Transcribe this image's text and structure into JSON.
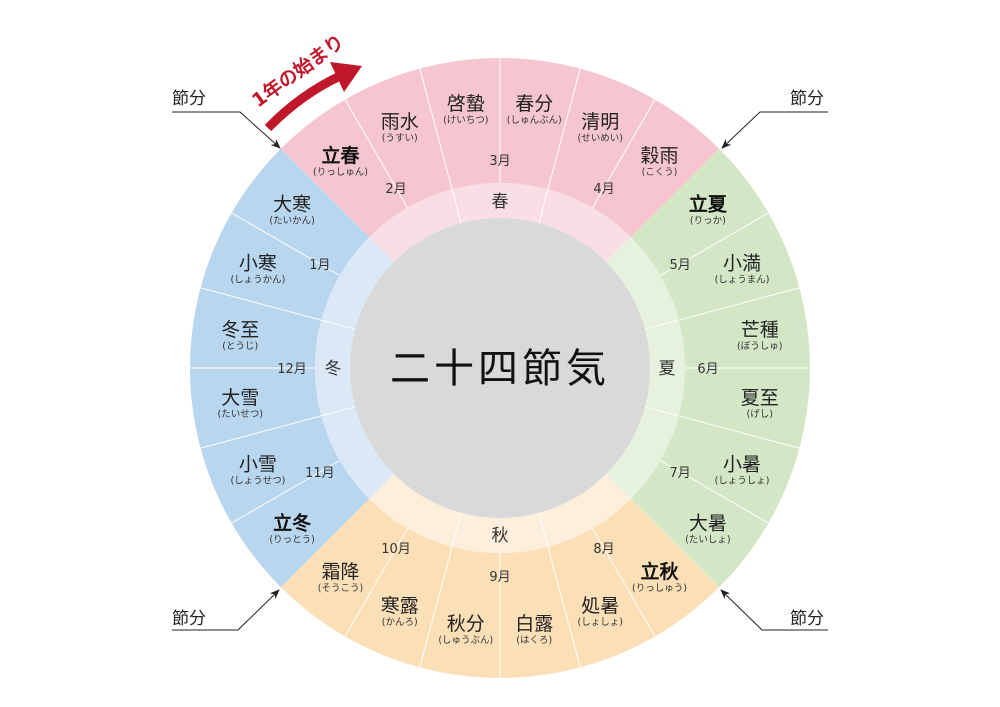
{
  "title": "二十四節気",
  "start_label": "1年の始まり",
  "callout_label": "節分",
  "colors": {
    "spring": "#f5c6d0",
    "spring_ring": "#f9dfe5",
    "summer": "#d3e7c6",
    "summer_ring": "#e6f1de",
    "autumn": "#fbdfb7",
    "autumn_ring": "#fdefdb",
    "winter": "#b9d6ef",
    "winter_ring": "#dbe9f7",
    "center": "#d9d9d9",
    "accent": "#c0172a"
  },
  "seasons": [
    "春",
    "夏",
    "秋",
    "冬"
  ],
  "months": [
    "2月",
    "3月",
    "4月",
    "5月",
    "6月",
    "7月",
    "8月",
    "9月",
    "10月",
    "11月",
    "12月",
    "1月"
  ],
  "terms": [
    {
      "name": "立春",
      "reading": "(りっしゅん)",
      "major": true
    },
    {
      "name": "雨水",
      "reading": "(うすい)",
      "major": false
    },
    {
      "name": "啓蟄",
      "reading": "(けいちつ)",
      "major": false
    },
    {
      "name": "春分",
      "reading": "(しゅんぶん)",
      "major": false
    },
    {
      "name": "清明",
      "reading": "(せいめい)",
      "major": false
    },
    {
      "name": "穀雨",
      "reading": "(こくう)",
      "major": false
    },
    {
      "name": "立夏",
      "reading": "(りっか)",
      "major": true
    },
    {
      "name": "小満",
      "reading": "(しょうまん)",
      "major": false
    },
    {
      "name": "芒種",
      "reading": "(ぼうしゅ)",
      "major": false
    },
    {
      "name": "夏至",
      "reading": "(げし)",
      "major": false
    },
    {
      "name": "小暑",
      "reading": "(しょうしょ)",
      "major": false
    },
    {
      "name": "大暑",
      "reading": "(たいしょ)",
      "major": false
    },
    {
      "name": "立秋",
      "reading": "(りっしゅう)",
      "major": true
    },
    {
      "name": "処暑",
      "reading": "(しょしょ)",
      "major": false
    },
    {
      "name": "白露",
      "reading": "(はくろ)",
      "major": false
    },
    {
      "name": "秋分",
      "reading": "(しゅうぶん)",
      "major": false
    },
    {
      "name": "寒露",
      "reading": "(かんろ)",
      "major": false
    },
    {
      "name": "霜降",
      "reading": "(そうこう)",
      "major": false
    },
    {
      "name": "立冬",
      "reading": "(りっとう)",
      "major": true
    },
    {
      "name": "小雪",
      "reading": "(しょうせつ)",
      "major": false
    },
    {
      "name": "大雪",
      "reading": "(たいせつ)",
      "major": false
    },
    {
      "name": "冬至",
      "reading": "(とうじ)",
      "major": false
    },
    {
      "name": "小寒",
      "reading": "(しょうかん)",
      "major": false
    },
    {
      "name": "大寒",
      "reading": "(たいかん)",
      "major": false
    }
  ]
}
